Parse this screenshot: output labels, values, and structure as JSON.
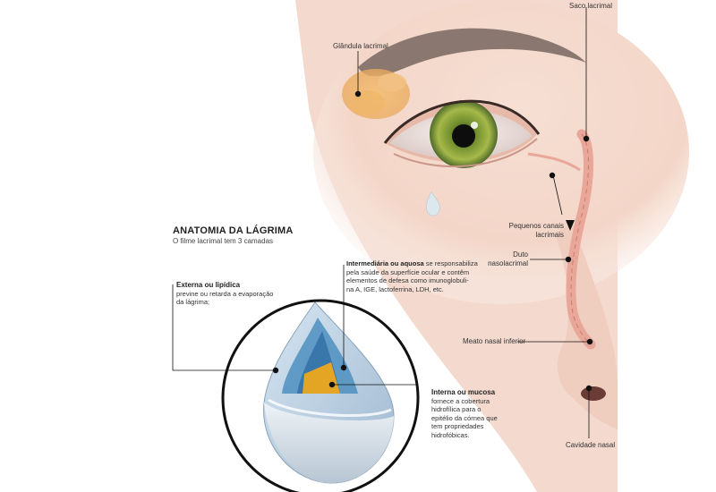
{
  "title": "ANATOMIA DA LÁGRIMA",
  "subtitle": "O filme lacrimal tem 3 camadas",
  "labels": {
    "saco_lacrimal": "Saco lacrimal",
    "glandula_lacrimal": "Glândula lacrimal",
    "pequenos_canais_1": "Pequenos canais",
    "pequenos_canais_2": "lacrimais",
    "duto_1": "Duto",
    "duto_2": "nasolacrimal",
    "meato": "Meato nasal inferior",
    "cavidade": "Cavidade nasal"
  },
  "layers": {
    "externa": {
      "heading": "Externa ou lipídica",
      "lines": [
        "previne ou retarda a evaporação",
        "da lágrima;"
      ]
    },
    "intermediaria": {
      "heading": "Intermediária ou aquosa",
      "first_line_rest": " se responsabiliza",
      "lines": [
        "pela saúde da superfície ocular e contêm",
        "elementos de defesa como imunoglobuli-",
        "na A, IGE, lactoferrina, LDH, etc."
      ]
    },
    "interna": {
      "heading": "Interna ou mucosa",
      "lines": [
        "fornece a cobertura",
        "hidrofílica para o",
        "epitélio da córnea que",
        "tem propriedades",
        "hidrofóbicas."
      ]
    }
  },
  "colors": {
    "skin": "#f3d9cc",
    "iris": "#8fa53a",
    "gland": "#f0b56a",
    "duct": "#e9a79a",
    "aqueous": "#4d8fc0",
    "mucin": "#e4a524",
    "callout": "#111111"
  }
}
